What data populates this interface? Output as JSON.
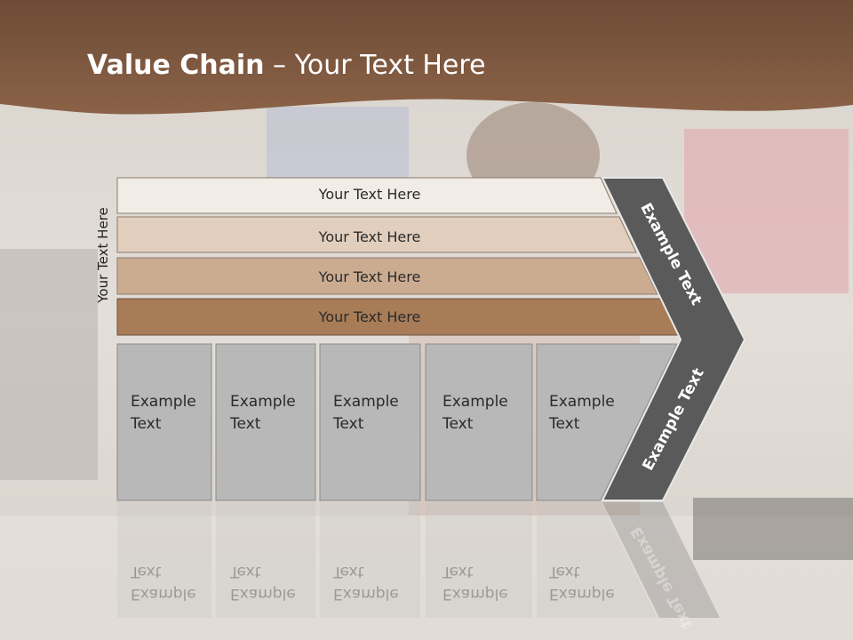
{
  "title": {
    "bold": "Value Chain",
    "rest": " – Your Text Here"
  },
  "side_label": "Your Text Here",
  "bars": [
    {
      "label": "Your Text Here",
      "color": "#f2ece6"
    },
    {
      "label": "Your Text Here",
      "color": "#e2cebd"
    },
    {
      "label": "Your Text Here",
      "color": "#ccac91"
    },
    {
      "label": "Your Text Here",
      "color": "#a87c57"
    }
  ],
  "cells": [
    {
      "line1": "Example",
      "line2": "Text"
    },
    {
      "line1": "Example",
      "line2": "Text"
    },
    {
      "line1": "Example",
      "line2": "Text"
    },
    {
      "line1": "Example",
      "line2": "Text"
    },
    {
      "line1": "Example",
      "line2": "Text"
    }
  ],
  "chevron": {
    "upper": "Example Text",
    "lower": "Example Text"
  },
  "colors": {
    "header": "#7a5740",
    "chevron": "#5a5a5a",
    "cell": "#b8b8b8"
  }
}
